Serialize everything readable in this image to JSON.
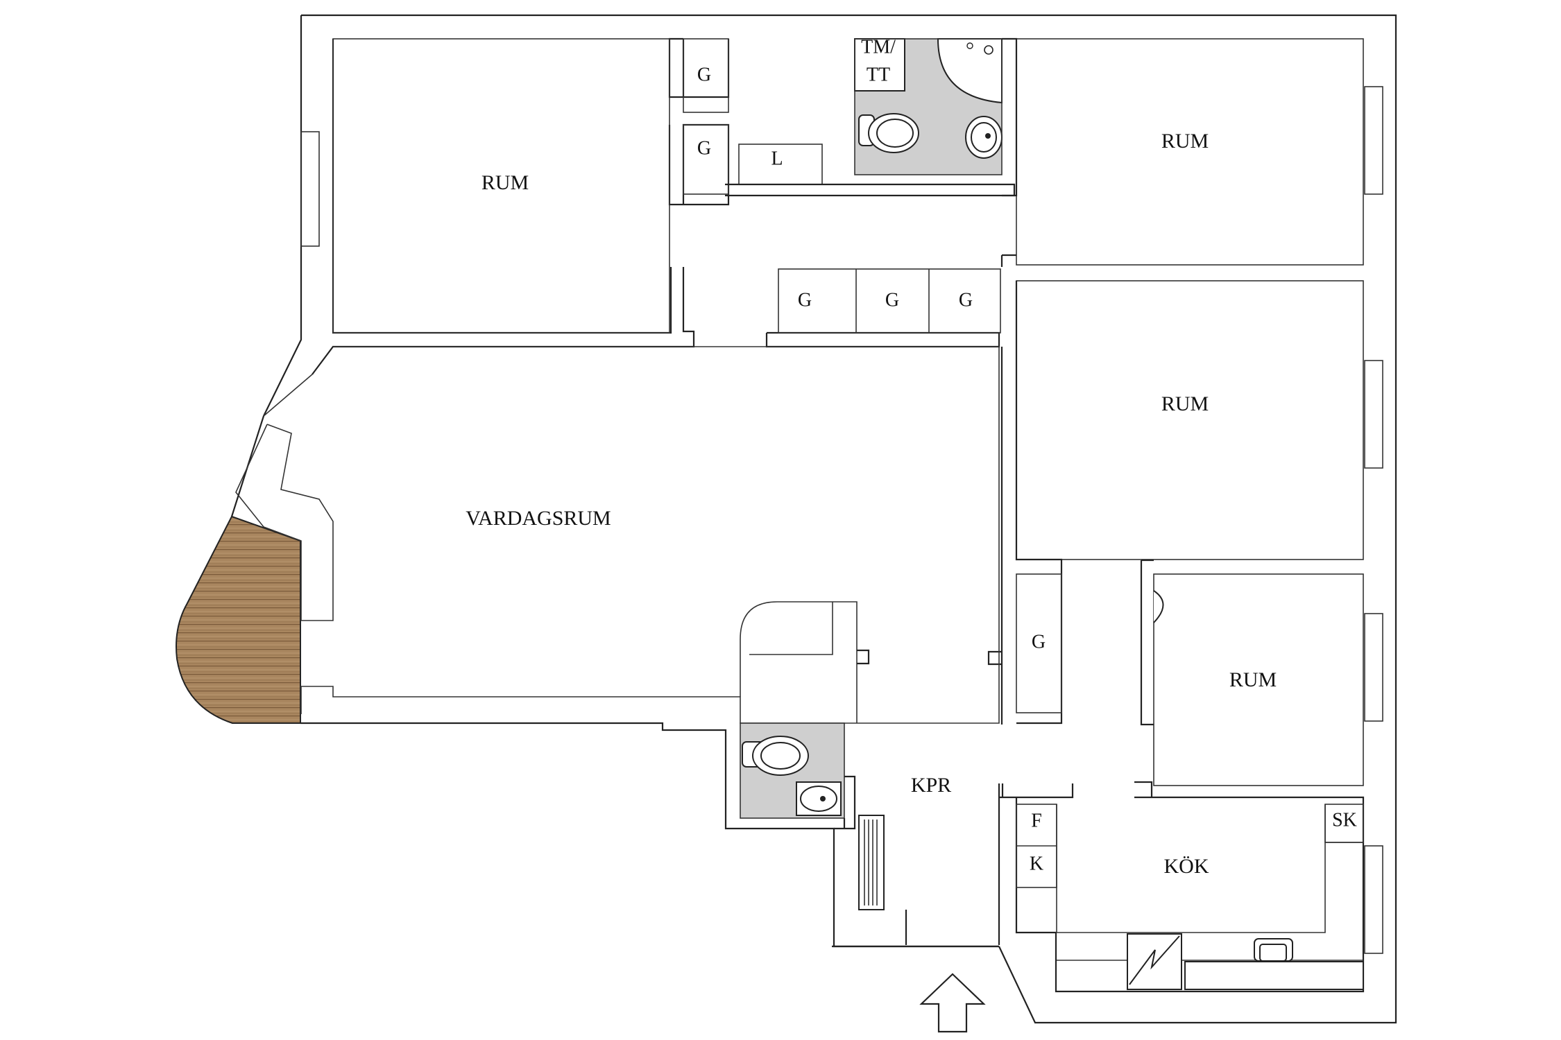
{
  "rooms": {
    "rum_top_left": "RUM",
    "rum_top_right": "RUM",
    "rum_mid_right": "RUM",
    "rum_bottom_right": "RUM",
    "vardagsrum": "VARDAGSRUM",
    "kpr": "KPR",
    "kok": "KÖK"
  },
  "storage": {
    "g1": "G",
    "g2": "G",
    "g3": "G",
    "g4": "G",
    "g5": "G",
    "g6": "G",
    "linen": "L",
    "tm_tt_line1": "TM/",
    "tm_tt_line2": "TT",
    "freezer": "F",
    "fridge": "K",
    "broom_closet": "SK"
  },
  "colors": {
    "wall": "#222222",
    "wet_room": "#cfcfcf",
    "balcony_wood": "#9a7a55"
  },
  "icons": {
    "entrance": "entrance-arrow-icon",
    "radiator": "radiator-icon",
    "stove": "stove-icon",
    "sink": "kitchen-sink-icon"
  }
}
